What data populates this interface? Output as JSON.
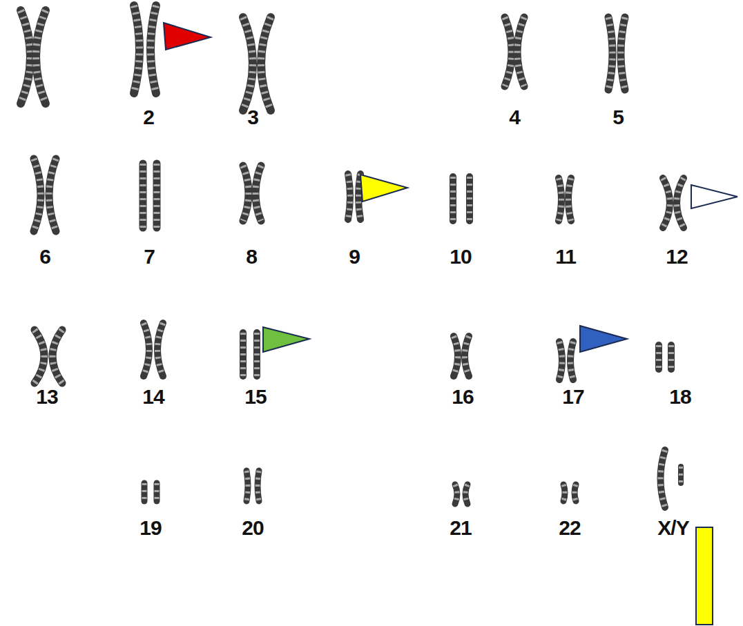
{
  "diagram": {
    "labels": [
      "2",
      "3",
      "4",
      "5",
      "6",
      "7",
      "8",
      "9",
      "10",
      "11",
      "12",
      "13",
      "14",
      "15",
      "16",
      "17",
      "18",
      "19",
      "20",
      "21",
      "22",
      "X/Y"
    ]
  }
}
